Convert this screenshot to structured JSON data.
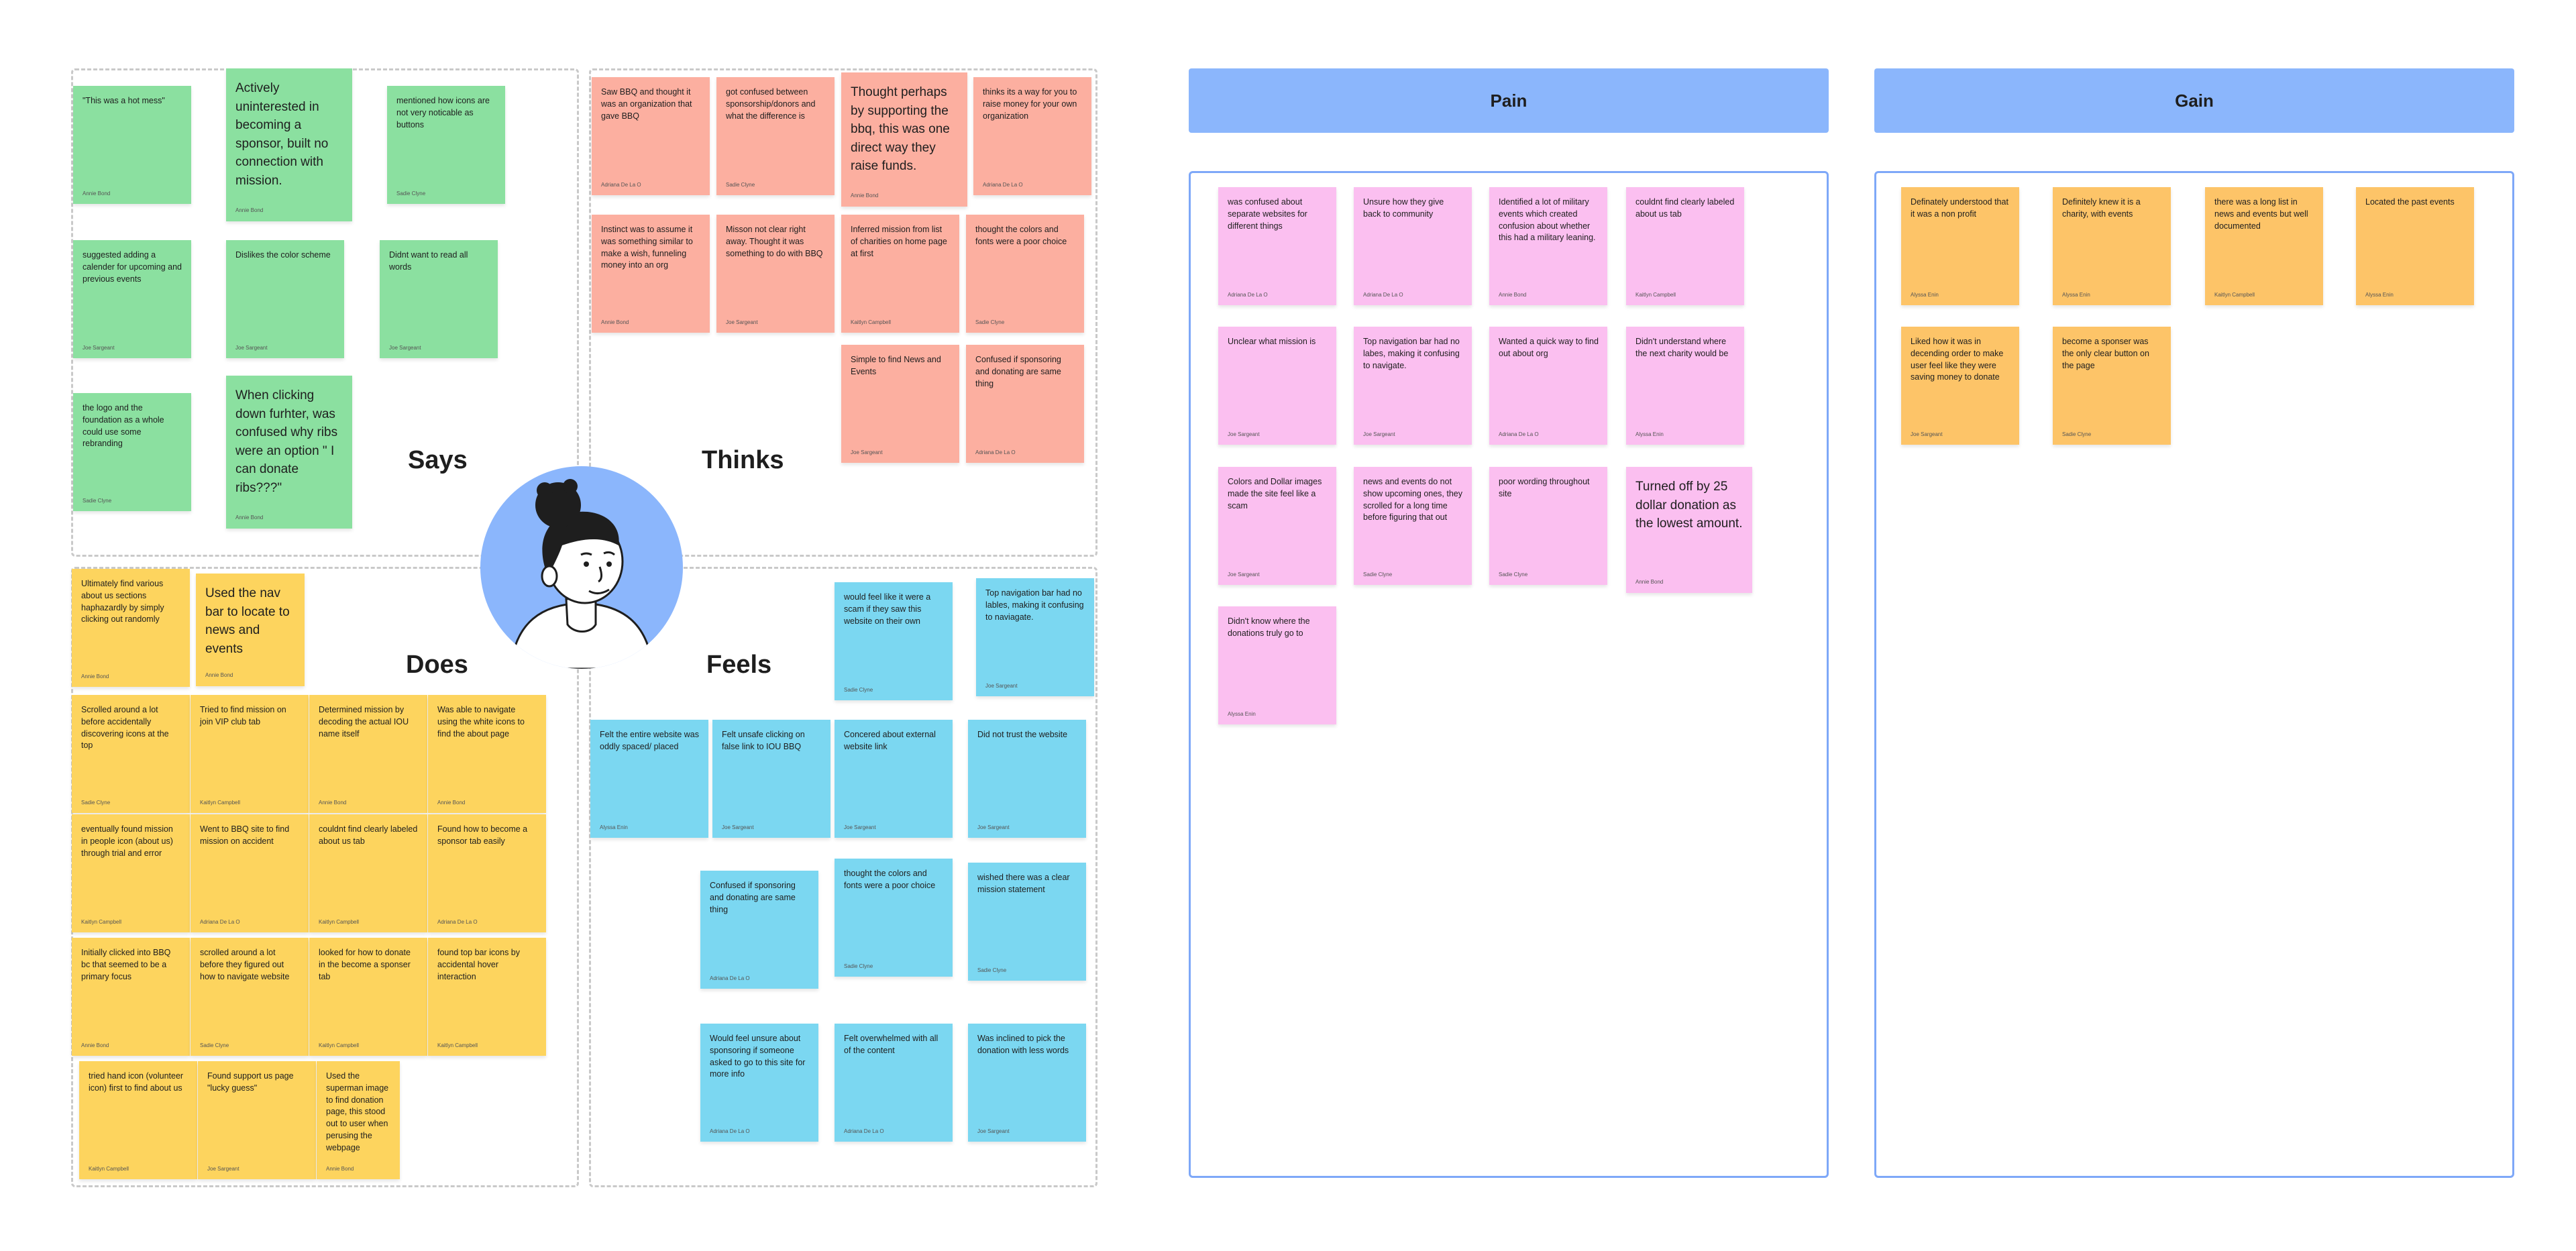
{
  "empathy_map": {
    "quadrants": {
      "says": "Says",
      "thinks": "Thinks",
      "does": "Does",
      "feels": "Feels"
    },
    "says_notes": [
      {
        "text": "\"This was a hot mess\"",
        "author": "Annie Bond"
      },
      {
        "text": "Actively uninterested in becoming a sponsor, built no connection with mission.",
        "author": "Annie Bond"
      },
      {
        "text": "mentioned how icons are not very noticable as buttons",
        "author": "Sadie Clyne"
      },
      {
        "text": "suggested adding a calender for upcoming and previous events",
        "author": "Joe Sargeant"
      },
      {
        "text": "Dislikes the color scheme",
        "author": "Joe Sargeant"
      },
      {
        "text": "Didnt want to read all words",
        "author": "Joe Sargeant"
      },
      {
        "text": "the logo and the foundation as a whole could use some rebranding",
        "author": "Sadie Clyne"
      },
      {
        "text": "When clicking down furhter, was confused why ribs were an option \" I can donate ribs???\"",
        "author": "Annie Bond"
      }
    ],
    "thinks_notes": [
      {
        "text": "Saw BBQ and thought it was an organization that gave BBQ",
        "author": "Adriana De La O"
      },
      {
        "text": "got confused between sponsorship/donors and what the difference is",
        "author": "Sadie Clyne"
      },
      {
        "text": "Thought perhaps by supporting the bbq, this was one direct way they raise funds.",
        "author": "Annie Bond"
      },
      {
        "text": "thinks its a way for you to raise money for your own organization",
        "author": "Adriana De La O"
      },
      {
        "text": "Instinct was to assume it was something similar to make a wish, funneling money into an org",
        "author": "Annie Bond"
      },
      {
        "text": "Misson not clear right away. Thought it was something to do with BBQ",
        "author": "Joe Sargeant"
      },
      {
        "text": "Inferred mission from list of charities on home page at first",
        "author": "Kaitlyn Campbell"
      },
      {
        "text": "thought the colors and fonts were a poor choice",
        "author": "Sadie Clyne"
      },
      {
        "text": "Simple to find News and Events",
        "author": "Joe Sargeant"
      },
      {
        "text": "Confused if sponsoring and donating are same thing",
        "author": "Adriana De La O"
      }
    ],
    "does_notes": [
      {
        "text": "Ultimately find various about us sections haphazardly by simply clicking out randomly",
        "author": "Annie Bond"
      },
      {
        "text": "Used the nav bar to locate to news and events",
        "author": "Annie Bond"
      },
      {
        "text": "Scrolled around a lot before accidentally discovering icons at the top",
        "author": "Sadie Clyne"
      },
      {
        "text": "Tried to find mission on join VIP club tab",
        "author": "Kaitlyn Campbell"
      },
      {
        "text": "Determined mission by decoding the actual IOU name itself",
        "author": "Annie Bond"
      },
      {
        "text": "Was able to navigate using the white icons to find the about page",
        "author": "Annie Bond"
      },
      {
        "text": "eventually found mission in people icon (about us) through trial and error",
        "author": "Kaitlyn Campbell"
      },
      {
        "text": "Went to BBQ site to find mission on accident",
        "author": "Adriana De La O"
      },
      {
        "text": "couldnt find clearly labeled about us tab",
        "author": "Kaitlyn Campbell"
      },
      {
        "text": "Found how to become a sponsor tab easily",
        "author": "Adriana De La O"
      },
      {
        "text": "Initially clicked into BBQ bc that seemed to be a primary focus",
        "author": "Annie Bond"
      },
      {
        "text": "scrolled around a lot before they figured out how to navigate website",
        "author": "Sadie Clyne"
      },
      {
        "text": "looked for how to donate in the become a sponser tab",
        "author": "Kaitlyn Campbell"
      },
      {
        "text": "found top bar icons by accidental hover interaction",
        "author": "Kaitlyn Campbell"
      },
      {
        "text": "tried hand icon (volunteer icon) first to find about us",
        "author": "Kaitlyn Campbell"
      },
      {
        "text": "Found support us page \"lucky guess\"",
        "author": "Joe Sargeant"
      },
      {
        "text": "Used the superman image to find donation page, this stood out to user when perusing the webpage",
        "author": "Annie Bond"
      }
    ],
    "feels_notes": [
      {
        "text": "would feel like it were a scam if they saw this website on their own",
        "author": "Sadie Clyne"
      },
      {
        "text": "Top navigation bar had no lables, making it confusing to naviagate.",
        "author": "Joe Sargeant"
      },
      {
        "text": "Felt the entire website was oddly spaced/ placed",
        "author": "Alyssa Enin"
      },
      {
        "text": "Felt unsafe clicking on false link to IOU BBQ",
        "author": "Joe Sargeant"
      },
      {
        "text": "Concered about external website link",
        "author": "Joe Sargeant"
      },
      {
        "text": "Did not trust the website",
        "author": "Joe Sargeant"
      },
      {
        "text": "Confused if sponsoring and donating are same thing",
        "author": "Adriana De La O"
      },
      {
        "text": "thought the colors and fonts were a poor choice",
        "author": "Sadie Clyne"
      },
      {
        "text": "wished there was a clear mission statement",
        "author": "Sadie Clyne"
      },
      {
        "text": "Would feel unsure about sponsoring if someone asked to go to this site for more info",
        "author": "Adriana De La O"
      },
      {
        "text": "Felt overwhelmed with all of the content",
        "author": "Adriana De La O"
      },
      {
        "text": "Was inclined to pick the donation with less words",
        "author": "Joe Sargeant"
      }
    ]
  },
  "pain": {
    "title": "Pain",
    "notes": [
      {
        "text": "was confused about separate websites for different things",
        "author": "Adriana De La O"
      },
      {
        "text": "Unsure how they give back to community",
        "author": "Adriana De La O"
      },
      {
        "text": "Identified a lot of military events which created confusion about whether this had a military leaning.",
        "author": "Annie Bond"
      },
      {
        "text": "couldnt find clearly labeled about us tab",
        "author": "Kaitlyn Campbell"
      },
      {
        "text": "Unclear what mission is",
        "author": "Joe Sargeant"
      },
      {
        "text": "Top navigation bar had no labes, making it confusing to navigate.",
        "author": "Joe Sargeant"
      },
      {
        "text": "Wanted a quick way to find out about org",
        "author": "Adriana De La O"
      },
      {
        "text": "Didn't understand where the next charity would be",
        "author": "Alyssa Enin"
      },
      {
        "text": "Colors and Dollar images made the site feel like a scam",
        "author": "Joe Sargeant"
      },
      {
        "text": "news and events do not show upcoming ones, they scrolled for a long time before figuring that out",
        "author": "Sadie Clyne"
      },
      {
        "text": "poor wording throughout site",
        "author": "Sadie Clyne"
      },
      {
        "text": "Turned off by 25 dollar donation as the lowest amount.",
        "author": "Annie Bond"
      },
      {
        "text": "Didn't know where the donations truly go to",
        "author": "Alyssa Enin"
      }
    ]
  },
  "gain": {
    "title": "Gain",
    "notes": [
      {
        "text": "Definately understood that it was a non profit",
        "author": "Alyssa Enin"
      },
      {
        "text": "Definitely knew it is a charity, with events",
        "author": "Alyssa Enin"
      },
      {
        "text": "there was a long list in news and events but well documented",
        "author": "Kaitlyn Campbell"
      },
      {
        "text": "Located the past events",
        "author": "Alyssa Enin"
      },
      {
        "text": "Liked how it was in decending order to make user feel like they were saving money to donate",
        "author": "Joe Sargeant"
      },
      {
        "text": "become a sponser was the only clear button on the page",
        "author": "Sadie Clyne"
      }
    ]
  },
  "colors": {
    "says": "#8be0a0",
    "thinks": "#fcafa0",
    "does": "#fdd45e",
    "feels": "#7bd7f1",
    "pain": "#fbbff0",
    "gain": "#fdc468",
    "header": "#8bb6fc"
  }
}
